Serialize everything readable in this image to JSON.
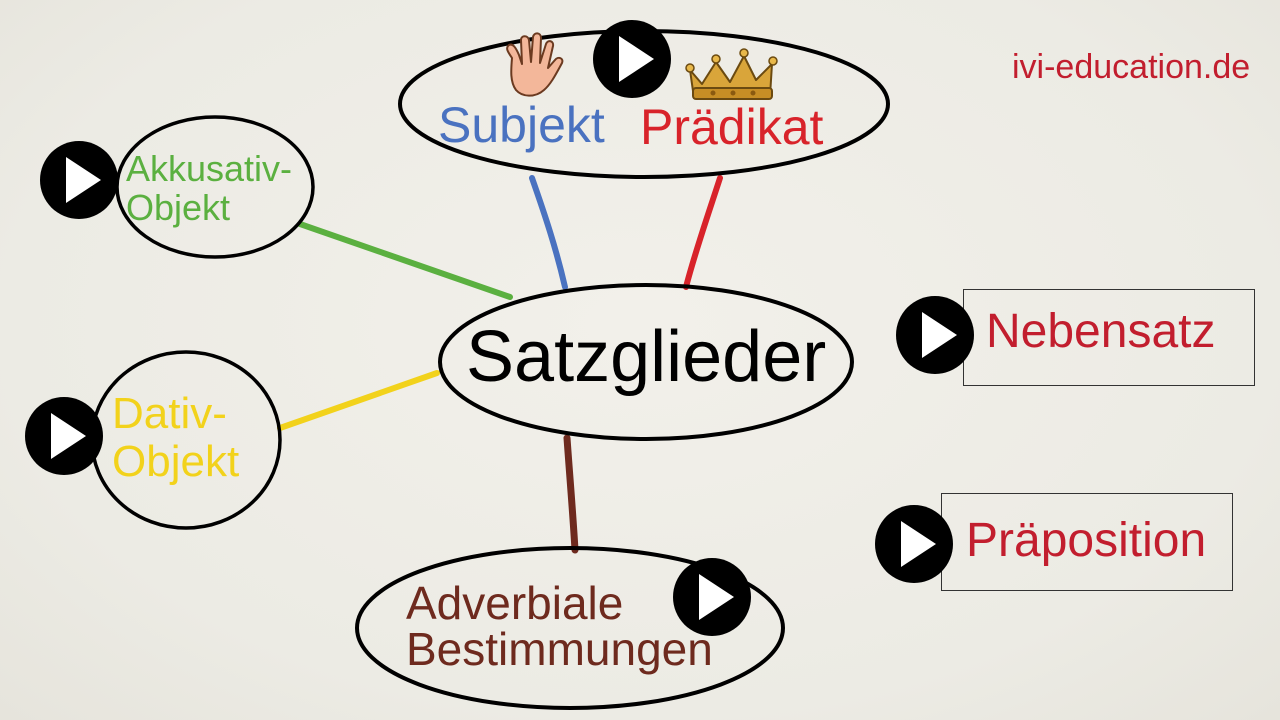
{
  "watermark": "ivi-education.de",
  "center": {
    "label": "Satzglieder"
  },
  "top_node": {
    "subjekt": "Subjekt",
    "praedikat": "Prädikat"
  },
  "akkusativ": {
    "line1": "Akkusativ-",
    "line2": "Objekt"
  },
  "dativ": {
    "line1": "Dativ-",
    "line2": "Objekt"
  },
  "adverbiale": {
    "line1": "Adverbiale",
    "line2": "Bestimmungen"
  },
  "nebensatz": {
    "label": "Nebensatz"
  },
  "praeposition": {
    "label": "Präposition"
  },
  "colors": {
    "subjekt": "#4a72c0",
    "praedikat": "#d8232a",
    "akkusativ": "#5bb040",
    "dativ": "#f2d21b",
    "adverbiale": "#6e2a1e",
    "red_text": "#c21e2e",
    "ink": "#000000"
  },
  "icons": [
    "play-icon",
    "hand-icon",
    "crown-icon"
  ]
}
